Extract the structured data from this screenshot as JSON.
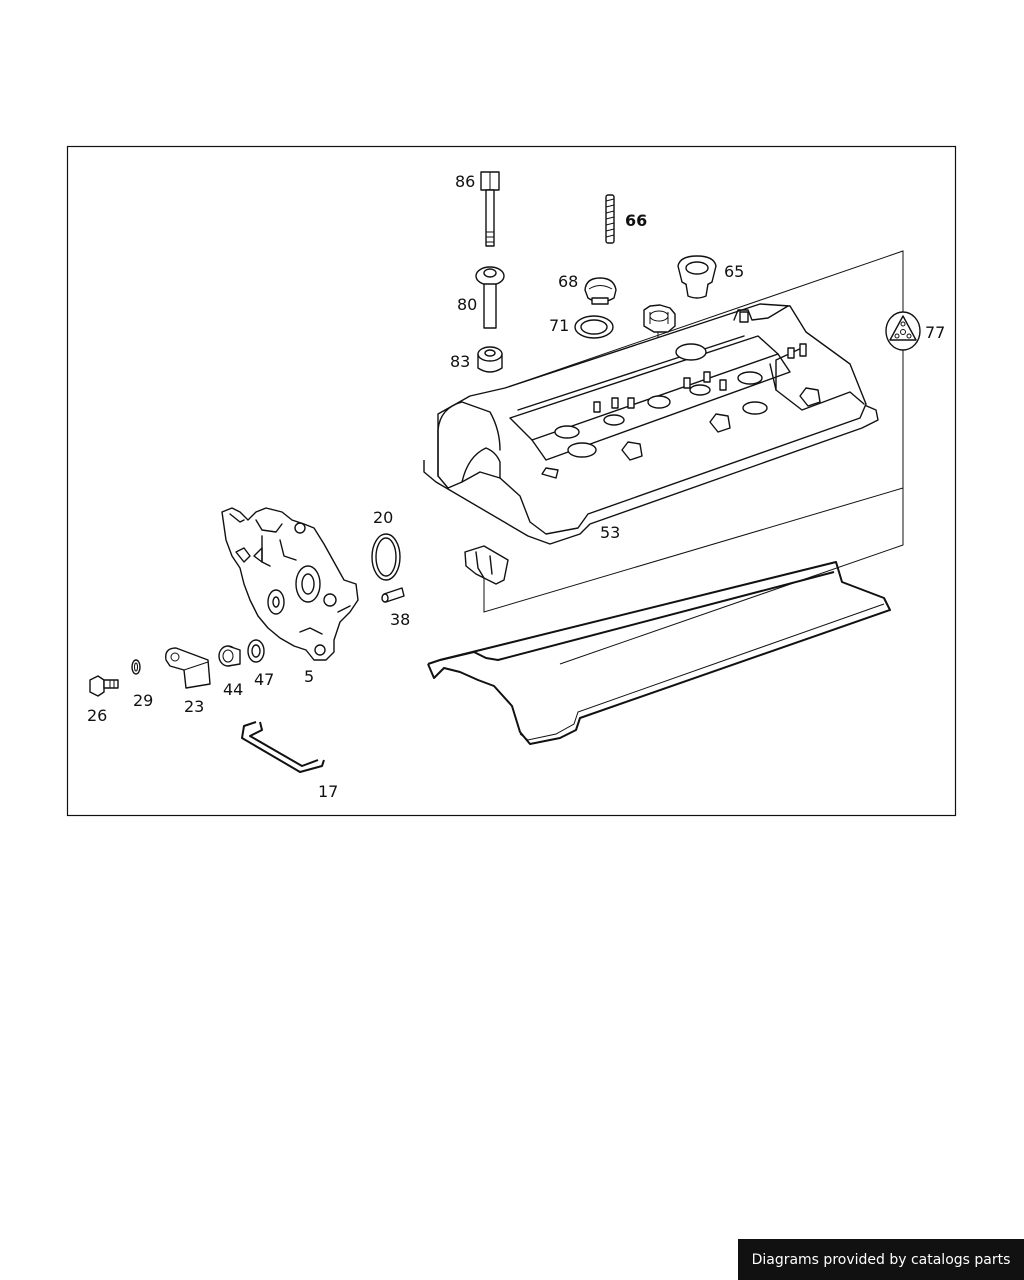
{
  "callouts": {
    "p86": "86",
    "p66": "66",
    "p68": "68",
    "p65": "65",
    "p80": "80",
    "p71": "71",
    "p77": "77",
    "p83": "83",
    "p53": "53",
    "p20": "20",
    "p38": "38",
    "p5": "5",
    "p47": "47",
    "p44": "44",
    "p23": "23",
    "p29": "29",
    "p26": "26",
    "p17": "17"
  },
  "footer": {
    "credit": "Diagrams provided by catalogs parts"
  },
  "colors": {
    "line": "#111111",
    "background": "#ffffff",
    "credit_bg": "#111111",
    "credit_text": "#ffffff"
  }
}
